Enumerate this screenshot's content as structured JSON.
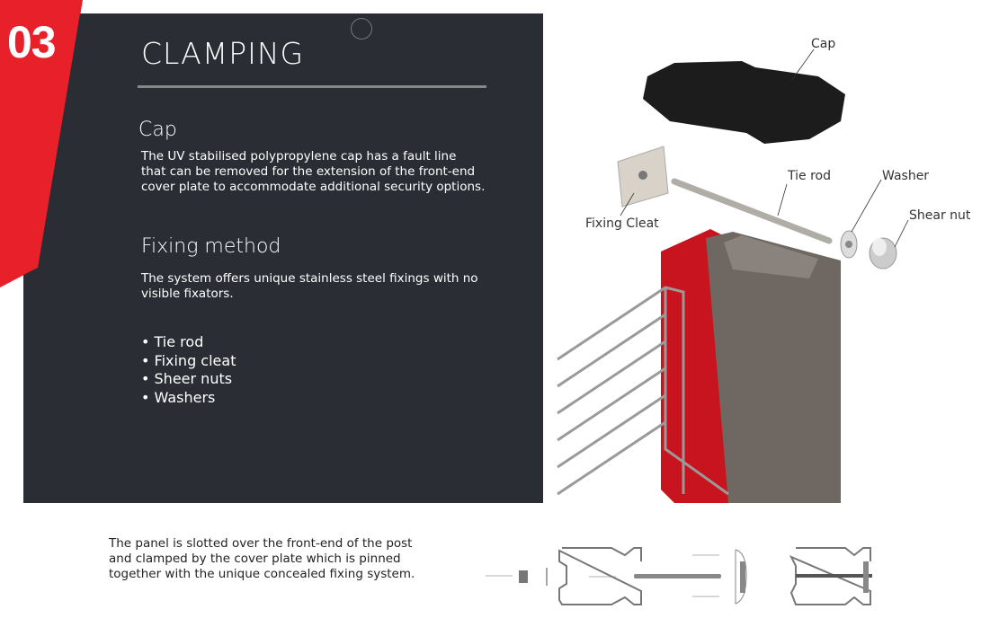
{
  "section_number": "03",
  "title": "CLAMPING",
  "cap": {
    "heading": "Cap",
    "text_lines": [
      "The UV stabilised polypropylene cap has a fault line",
      "that can be removed for the extension of the front-end",
      "cover plate to accommodate additional security options."
    ]
  },
  "fixing": {
    "heading": "Fixing method",
    "text_lines": [
      "The system offers unique stainless steel fixings with no",
      "visible fixators."
    ],
    "bullets": [
      "• Tie rod",
      "• Fixing cleat",
      "• Sheer nuts",
      "• Washers"
    ]
  },
  "labels": {
    "cap": "Cap",
    "tie_rod": "Tie rod",
    "washer": "Washer",
    "shear_nut": "Shear nut",
    "fixing_cleat": "Fixing Cleat"
  },
  "caption_lines": [
    "The panel is slotted over the front-end of the post",
    "and clamped by the cover plate which is pinned",
    "together with the unique concealed fixing system."
  ],
  "colors": {
    "red": "#e8202a",
    "panel": "#2a2d33"
  }
}
